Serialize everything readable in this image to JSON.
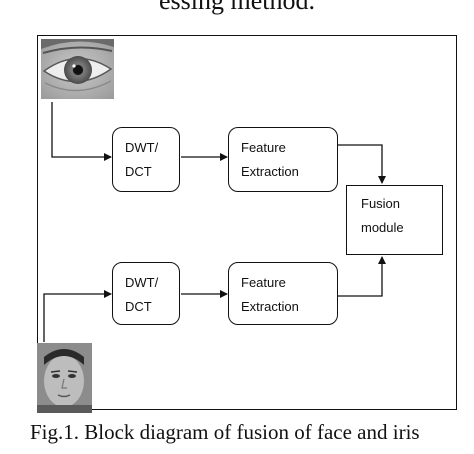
{
  "header_text": "essing method.",
  "blocks": {
    "dwt_top": {
      "line1": "DWT/",
      "line2": "DCT"
    },
    "feature_top": {
      "line1": "Feature",
      "line2": "Extraction"
    },
    "dwt_bottom": {
      "line1": "DWT/",
      "line2": "DCT"
    },
    "feature_bottom": {
      "line1": "Feature",
      "line2": "Extraction"
    },
    "fusion": {
      "line1": "Fusion",
      "line2": "module"
    }
  },
  "images": {
    "iris": "eye-photo",
    "face": "face-photo"
  },
  "caption": "Fig.1. Block diagram of fusion of  face and iris"
}
